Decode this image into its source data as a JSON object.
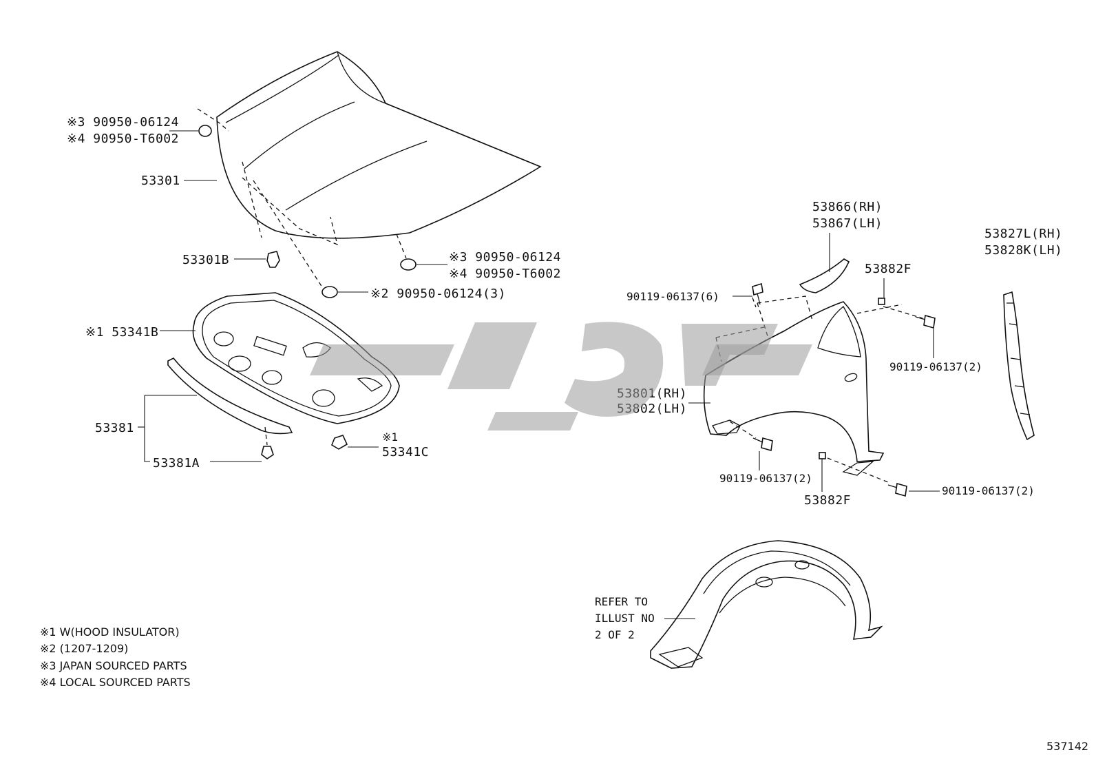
{
  "labels": {
    "hood_grommet_top_a": "※3 90950-06124",
    "hood_grommet_top_b": "※4 90950-T6002",
    "hood": "53301",
    "hood_cushion": "53301B",
    "hood_grommet_mid_a": "※3 90950-06124",
    "hood_grommet_mid_b": "※4 90950-T6002",
    "hood_grommet_low": "※2 90950-06124(3)",
    "hood_insulator": "※1 53341B",
    "seal": "53381",
    "seal_clip": "53381A",
    "insulator_clip_mark": "※1",
    "insulator_clip": "53341C",
    "fender_seal_rh": "53866(RH)",
    "fender_seal_lh": "53867(LH)",
    "bracket_rh": "53827L(RH)",
    "bracket_lh": "53828K(LH)",
    "nut_top": "53882F",
    "bolt_top_left": "90119-06137(6)",
    "bolt_top_right": "90119-06137(2)",
    "fender_rh": "53801(RH)",
    "fender_lh": "53802(LH)",
    "bolt_bottom_left": "90119-06137(2)",
    "nut_bottom": "53882F",
    "bolt_bottom_right": "90119-06137(2)",
    "refer_line1": "REFER TO",
    "refer_line2": "ILLUST NO",
    "refer_line3": "2 OF 2",
    "diagram_id": "537142"
  },
  "notes": [
    "※1  W(HOOD INSULATOR)",
    "※2  (1207-1209)",
    "※3  JAPAN SOURCED PARTS",
    "※4  LOCAL SOURCED PARTS"
  ],
  "colors": {
    "ink": "#111111",
    "watermark": "#9a9a9a"
  }
}
